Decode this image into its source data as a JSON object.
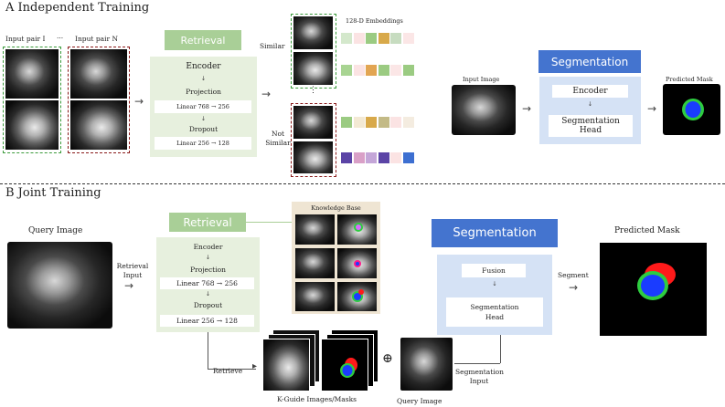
{
  "section_a": {
    "title": "A    Independent Training",
    "input_pair_1": "Input pair I",
    "ellipsis": "···",
    "input_pair_n": "Input pair N",
    "retrieval_label": "Retrieval",
    "encoder": "Encoder",
    "projection": "Projection",
    "linear1": "Linear 768 → 256",
    "dropout": "Dropout",
    "linear2": "Linear 256 → 128",
    "similar": "Similar",
    "not_similar": "Not\nSimilar",
    "embeddings_label": "128-D Embeddings",
    "input_image": "Input Image",
    "segmentation_label": "Segmentation",
    "seg_encoder": "Encoder",
    "seg_head": "Segmentation\nHead",
    "predicted_mask": "Predicted Mask",
    "embedding_rows": [
      [
        "#d4e8cc",
        "#fbe3e3",
        "#9bcb82",
        "#d8a94a",
        "#c7dcc0",
        "#fbe6e6"
      ],
      [
        "#a8d492",
        "#fbe3e3",
        "#e2a552",
        "#9bcb82",
        "#fbe6e6",
        "#9bcb82"
      ],
      [
        "#9bcb82",
        "#f3e9d4",
        "#d8a94a",
        "#c3ba86",
        "#fbe3e3",
        "#f4ece0"
      ],
      [
        "#5b44a6",
        "#d9a0c7",
        "#c4a6d8",
        "#5b44a6",
        "#fbe3e3",
        "#3d6fd1"
      ]
    ]
  },
  "section_b": {
    "title": "B    Joint Training",
    "query_image": "Query Image",
    "retrieval_input": "Retrieval\nInput",
    "retrieval_label": "Retrieval",
    "encoder": "Encoder",
    "projection": "Projection",
    "linear1": "Linear 768 → 256",
    "dropout": "Dropout",
    "linear2": "Linear 256 → 128",
    "knowledge_base": "Knowledge Base",
    "retrieve": "Retrieve",
    "k_guide": "K-Guide Images/Masks",
    "query_image_small": "Query Image",
    "oplus": "⊕",
    "segmentation_input": "Segmentation\nInput",
    "segmentation_label": "Segmentation",
    "fusion": "Fusion",
    "seg_head": "Segmentation\nHead",
    "segment": "Segment",
    "predicted_mask": "Predicted Mask"
  },
  "colors": {
    "green_header": "#a9cf97",
    "green_panel": "#e7f0de",
    "blue_header": "#4474cf",
    "blue_panel": "#d5e2f5",
    "mask_green": "#2ecc40",
    "mask_blue": "#1a3cff",
    "mask_red": "#ff1a1a",
    "similar_border": "#3a9a3a",
    "not_similar_border": "#8a1a1a"
  }
}
